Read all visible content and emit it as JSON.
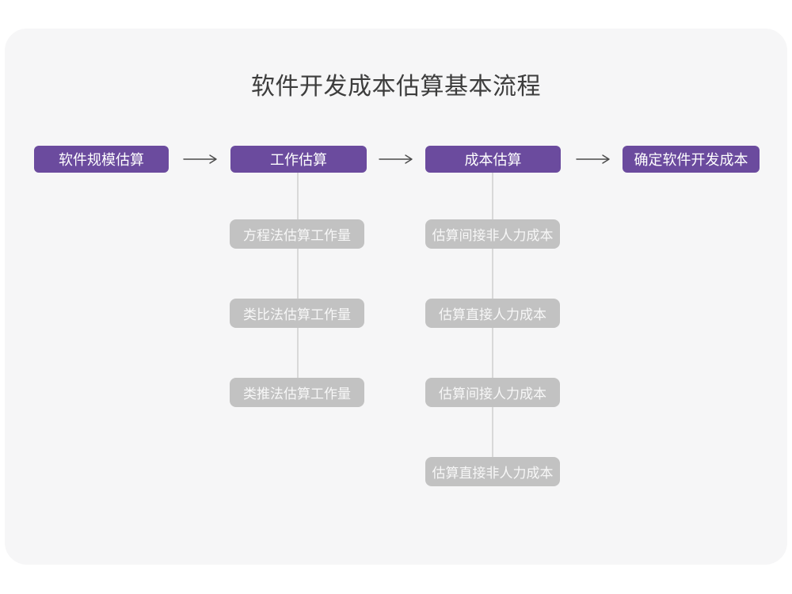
{
  "title": "软件开发成本估算基本流程",
  "colors": {
    "card_bg": "#f6f6f7",
    "node_purple": "#6b4b9e",
    "node_gray": "#c2c2c2",
    "connector": "#d9d9d9",
    "arrow": "#4a4a4a",
    "title_text": "#3d3d3d"
  },
  "flow": {
    "main_nodes": [
      {
        "label": "软件规模估算"
      },
      {
        "label": "工作估算"
      },
      {
        "label": "成本估算"
      },
      {
        "label": "确定软件开发成本"
      }
    ],
    "effort_branch_parent": "工作估算",
    "effort_nodes": [
      {
        "label": "方程法估算工作量"
      },
      {
        "label": "类比法估算工作量"
      },
      {
        "label": "类推法估算工作量"
      }
    ],
    "cost_branch_parent": "成本估算",
    "cost_nodes": [
      {
        "label": "估算间接非人力成本"
      },
      {
        "label": "估算直接人力成本"
      },
      {
        "label": "估算间接人力成本"
      },
      {
        "label": "估算直接非人力成本"
      }
    ]
  }
}
